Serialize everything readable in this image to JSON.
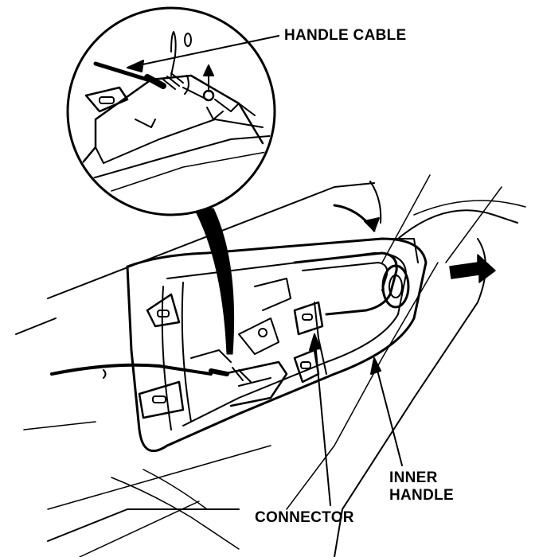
{
  "labels": {
    "handle_cable": "HANDLE CABLE",
    "connector": "CONNECTOR",
    "inner_handle_line1": "INNER",
    "inner_handle_line2": "HANDLE"
  },
  "colors": {
    "ink": "#000000",
    "paper": "#ffffff"
  }
}
